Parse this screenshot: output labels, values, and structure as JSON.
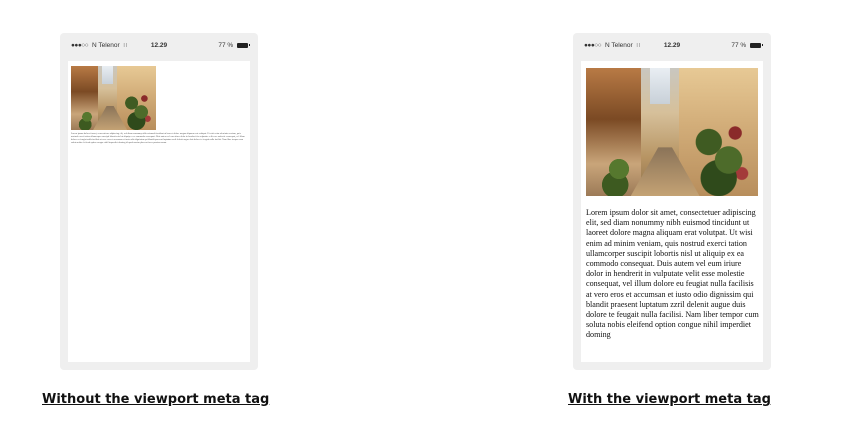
{
  "left_phone": {
    "status": {
      "signal_dots": "●●●○○",
      "carrier": "N Telenor",
      "time": "12.29",
      "battery": "77 %"
    },
    "body_text": "Lorem ipsum dolor sit amet, consectetuer adipiscing elit, sed diam nonummy nibh euismod tincidunt ut laoreet dolore magna aliquam erat volutpat. Ut wisi enim ad minim veniam, quis nostrud exerci tation ullamcorper suscipit lobortis nisl ut aliquip ex ea commodo consequat. Duis autem vel eum iriure dolor in hendrerit in vulputate velit esse molestie consequat, vel illum dolore eu feugiat nulla facilisis at vero eros et accumsan et iusto odio dignissim qui blandit praesent luptatum zzril delenit augue duis dolore te feugait nulla facilisi. Nam liber tempor cum soluta nobis eleifend option congue nihil imperdiet doming id quod mazim placerat facer possim assum."
  },
  "right_phone": {
    "status": {
      "signal_dots": "●●●○○",
      "carrier": "N Telenor",
      "time": "12.29",
      "battery": "77 %"
    },
    "body_text": "Lorem ipsum dolor sit amet, consectetuer adipiscing elit, sed diam nonummy nibh euismod tincidunt ut laoreet dolore magna aliquam erat volutpat. Ut wisi enim ad minim veniam, quis nostrud exerci tation ullamcorper suscipit lobortis nisl ut aliquip ex ea commodo consequat. Duis autem vel eum iriure dolor in hendrerit in vulputate velit esse molestie consequat, vel illum dolore eu feugiat nulla facilisis at vero eros et accumsan et iusto odio dignissim qui blandit praesent luptatum zzril delenit augue duis dolore te feugait nulla facilisi. Nam liber tempor cum soluta nobis eleifend option congue nihil imperdiet doming"
  },
  "captions": {
    "left": "Without the viewport meta tag",
    "right": "With the viewport meta tag"
  },
  "icons": {
    "wifi": "wifi-icon",
    "battery": "battery-icon",
    "photo": "alley-photo"
  }
}
